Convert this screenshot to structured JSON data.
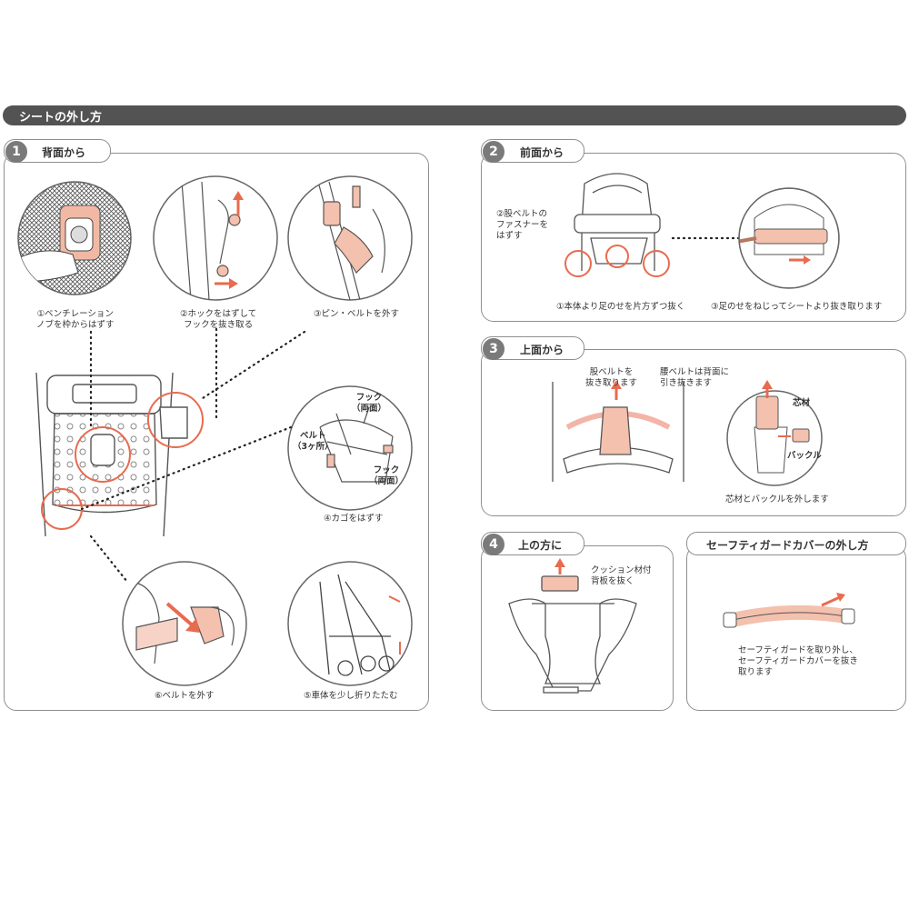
{
  "header": {
    "title": "シートの外し方"
  },
  "step1": {
    "number": "1",
    "label": "背面から",
    "captions": {
      "c1_line1": "①ベンチレーション",
      "c1_line2": "ノブを枠からはずす",
      "c2_line1": "②ホックをはずして",
      "c2_line2": "フックを抜き取る",
      "c3": "③ピン・ベルトを外す",
      "hook_top_1": "フック",
      "hook_top_2": "（両面）",
      "belt_1": "ベルト",
      "belt_2": "（3ヶ所）",
      "hook_bottom_1": "フック",
      "hook_bottom_2": "（両面）",
      "c4": "④カゴをはずす",
      "c5": "⑤車体を少し折りたたむ",
      "c6": "⑥ベルトを外す"
    }
  },
  "step2": {
    "number": "2",
    "label": "前面から",
    "captions": {
      "c2_line1": "②股ベルトの",
      "c2_line2": "ファスナーを",
      "c2_line3": "はずす",
      "c1": "①本体より足のせを片方ずつ抜く",
      "c3": "③足のせをねじってシートより抜き取ります"
    }
  },
  "step3": {
    "number": "3",
    "label": "上面から",
    "captions": {
      "crotch_1": "股ベルトを",
      "crotch_2": "抜き取ります",
      "waist_1": "腰ベルトは背面に",
      "waist_2": "引き抜きます",
      "core": "芯材",
      "buckle": "バックル",
      "bottom": "芯材とバックルを外します"
    }
  },
  "step4": {
    "number": "4",
    "label": "上の方に",
    "captions": {
      "cushion_1": "クッション材付",
      "cushion_2": "背板を抜く"
    }
  },
  "guard": {
    "label": "セーフティガードカバーの外し方",
    "caption_1": "セーフティガードを取り外し、",
    "caption_2": "セーフティガードカバーを抜き",
    "caption_3": "取ります"
  },
  "colors": {
    "title_bar": "#545354",
    "panel_border": "#8f8f8f",
    "accent_orange": "#e86b4f",
    "accent_peach": "#f3c1ae",
    "step_badge": "#7a7a7a"
  }
}
